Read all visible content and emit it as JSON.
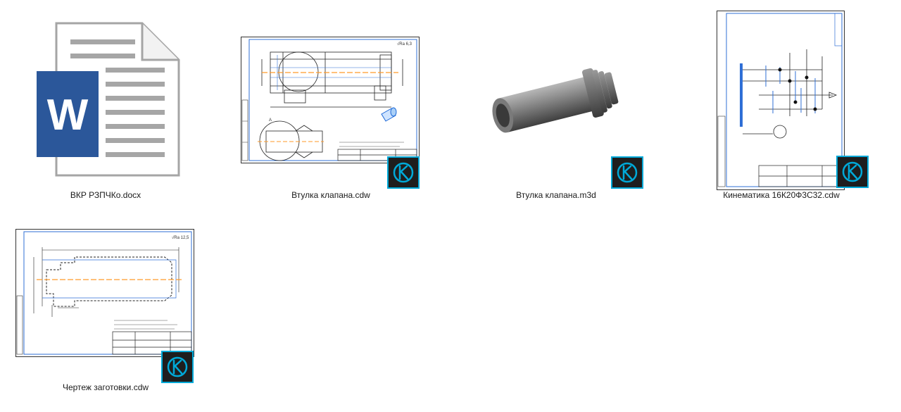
{
  "files": [
    {
      "name": "ВКР РЗПЧКо.docx",
      "type": "word",
      "app_letter": "W"
    },
    {
      "name": "Втулка клапана.cdw",
      "type": "kompas-drawing"
    },
    {
      "name": "Втулка клапана.m3d",
      "type": "kompas-3d-model"
    },
    {
      "name": "Кинематика 16К20Ф3С32.cdw",
      "type": "kompas-drawing"
    },
    {
      "name": "Чертеж заготовки.cdw",
      "type": "kompas-drawing"
    }
  ],
  "colors": {
    "word_blue": "#2b579a",
    "badge_bg": "#1e1e1e",
    "badge_accent": "#00a9d8",
    "drawing_frame": "#2f6fd6"
  }
}
